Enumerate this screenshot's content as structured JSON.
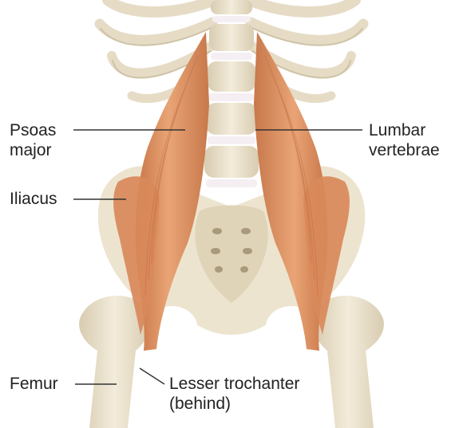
{
  "labels": {
    "psoas": [
      "Psoas",
      "major"
    ],
    "lumbar": [
      "Lumbar",
      "vertebrae"
    ],
    "iliacus": "Iliacus",
    "femur": "Femur",
    "lesser_trochanter": [
      "Lesser trochanter",
      "(behind)"
    ]
  },
  "colors": {
    "bone": "#ede4cf",
    "bone_shadow": "#d9cbae",
    "disc": "#f5eef2",
    "muscle": "#d98d5f",
    "muscle_dark": "#b9693f",
    "muscle_light": "#efb48a",
    "leader_line": "#333333",
    "text": "#222222"
  }
}
